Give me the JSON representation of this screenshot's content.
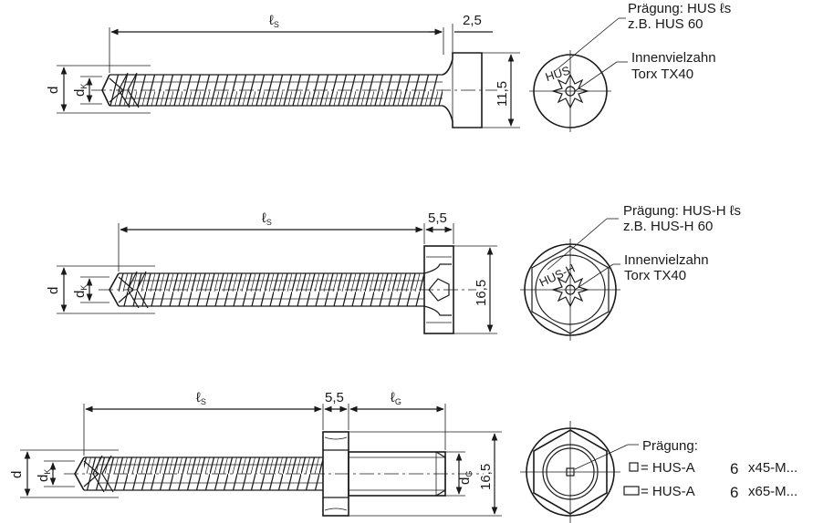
{
  "screw1": {
    "length_symbol": "ℓ",
    "length_sub": "S",
    "head_height": "2,5",
    "head_diameter": "11,5",
    "d_label": "d",
    "dk_label": "d",
    "dk_sub": "K",
    "embossing_label": "Prägung: HUS ℓs",
    "embossing_example": "z.B. HUS 60",
    "drive_label": "Innenvielzahn",
    "drive_type": "Torx TX40",
    "end_view_text": "HUS"
  },
  "screw2": {
    "length_symbol": "ℓ",
    "length_sub": "S",
    "head_height": "5,5",
    "head_diameter": "16,5",
    "d_label": "d",
    "dk_label": "d",
    "dk_sub": "K",
    "embossing_label": "Prägung: HUS-H ℓs",
    "embossing_example": "z.B. HUS-H 60",
    "drive_label": "Innenvielzahn",
    "drive_type": "Torx TX40",
    "end_view_text": "HUS-H"
  },
  "screw3": {
    "length_symbol": "ℓ",
    "length_sub": "S",
    "head_height": "5,5",
    "thread_length_symbol": "ℓ",
    "thread_length_sub": "G",
    "head_diameter": "16,5",
    "d_label": "d",
    "dk_label": "d",
    "dk_sub": "K",
    "dg_label": "d",
    "dg_sub": "G",
    "embossing_label": "Prägung:",
    "legend": [
      {
        "symbol": "square",
        "text": "= HUS-A",
        "size": "6",
        "suffix": "x45-M..."
      },
      {
        "symbol": "rectangle",
        "text": "= HUS-A",
        "size": "6",
        "suffix": "x65-M..."
      }
    ]
  }
}
